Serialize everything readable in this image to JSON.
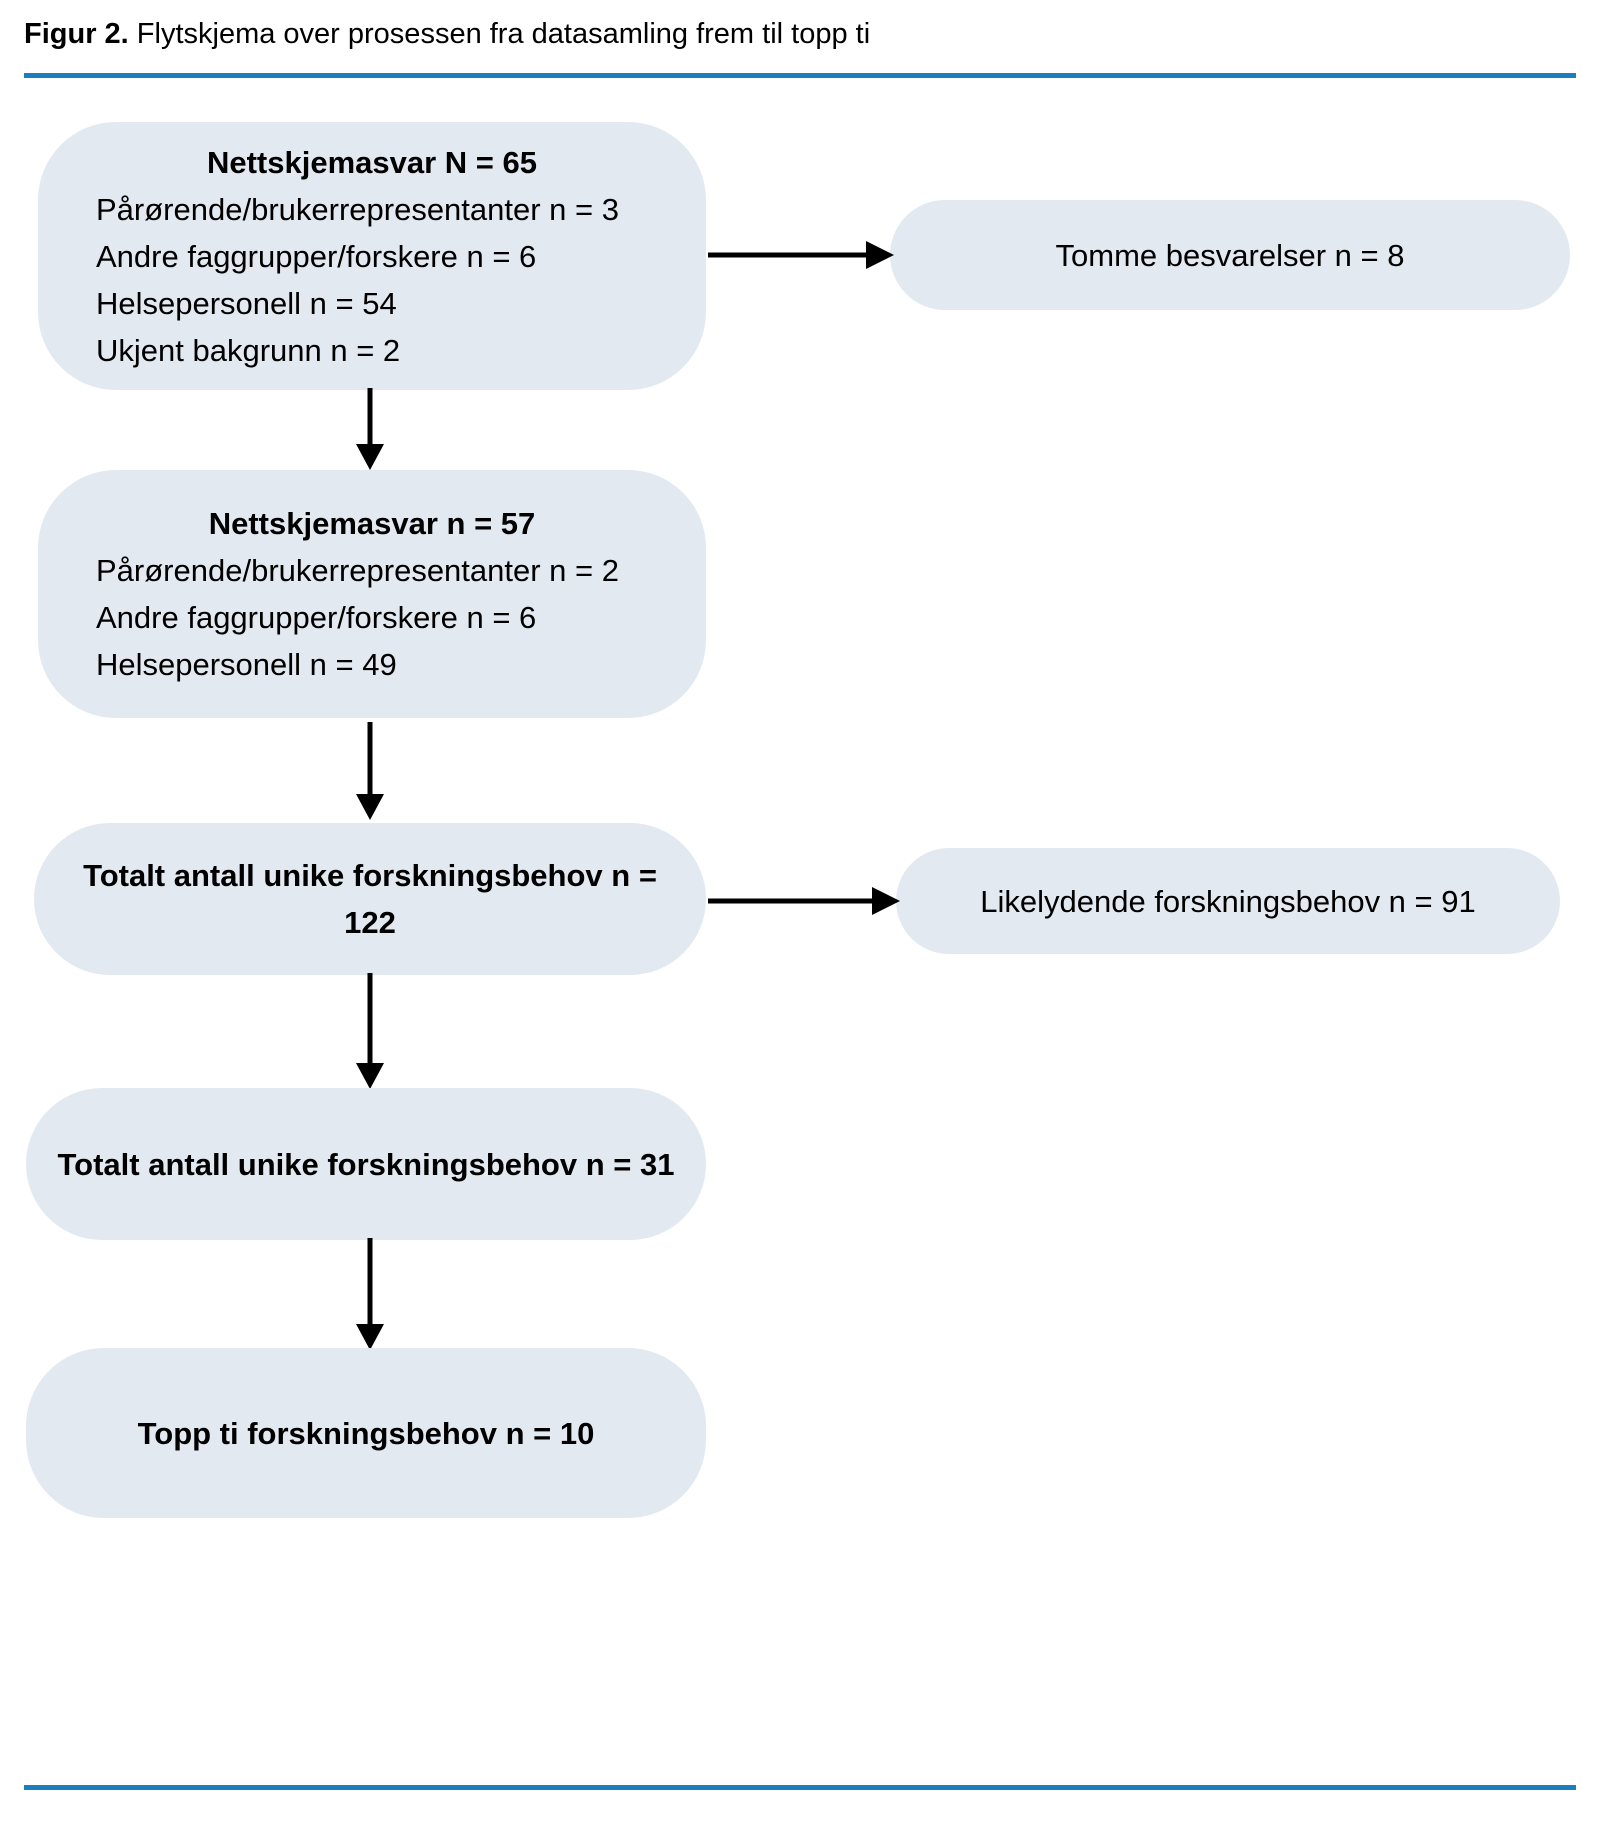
{
  "figure": {
    "label": "Figur 2.",
    "caption": "Flytskjema over prosessen fra datasamling frem til topp ti"
  },
  "colors": {
    "rule": "#1B7FBD",
    "node_fill": "#E3E9F1",
    "arrow": "#000000",
    "text": "#000000"
  },
  "flow": {
    "nodes": [
      {
        "id": "node-a",
        "title": "Nettskjemasvar N = 65",
        "lines": [
          "Pårørende/brukerrepresentanter n = 3",
          "Andre faggrupper/forskere n = 6",
          "Helsepersonell n = 54",
          "Ukjent bakgrunn n = 2"
        ]
      },
      {
        "id": "node-b",
        "title": "Nettskjemasvar n = 57",
        "lines": [
          "Pårørende/brukerrepresentanter n = 2",
          "Andre faggrupper/forskere n = 6",
          "Helsepersonell n = 49"
        ]
      },
      {
        "id": "node-c",
        "title": "Totalt antall unike forskningsbehov n = 122",
        "lines": []
      },
      {
        "id": "node-d",
        "title": "Totalt antall unike forskningsbehov n = 31",
        "lines": []
      },
      {
        "id": "node-e",
        "title": "Topp ti forskningsbehov n = 10",
        "lines": []
      }
    ],
    "side_nodes": [
      {
        "id": "node-empty",
        "title": "Tomme besvarelser n = 8"
      },
      {
        "id": "node-simil",
        "title": "Likelydende forskningsbehov n = 91"
      }
    ],
    "arrows": [
      {
        "name": "arrow-a-to-empty",
        "direction": "right"
      },
      {
        "name": "arrow-a-to-b",
        "direction": "down"
      },
      {
        "name": "arrow-b-to-c",
        "direction": "down"
      },
      {
        "name": "arrow-c-to-simil",
        "direction": "right"
      },
      {
        "name": "arrow-c-to-d",
        "direction": "down"
      },
      {
        "name": "arrow-d-to-e",
        "direction": "down"
      }
    ]
  },
  "chart_data": {
    "type": "diagram",
    "title": "Flytskjema over prosessen fra datasamling frem til topp ti",
    "steps": [
      {
        "label": "Nettskjemasvar",
        "symbol": "N",
        "value": 65,
        "breakdown": [
          {
            "label": "Pårørende/brukerrepresentanter",
            "value": 3
          },
          {
            "label": "Andre faggrupper/forskere",
            "value": 6
          },
          {
            "label": "Helsepersonell",
            "value": 54
          },
          {
            "label": "Ukjent bakgrunn",
            "value": 2
          }
        ]
      },
      {
        "label": "Nettskjemasvar",
        "symbol": "n",
        "value": 57,
        "breakdown": [
          {
            "label": "Pårørende/brukerrepresentanter",
            "value": 2
          },
          {
            "label": "Andre faggrupper/forskere",
            "value": 6
          },
          {
            "label": "Helsepersonell",
            "value": 49
          }
        ]
      },
      {
        "label": "Totalt antall unike forskningsbehov",
        "symbol": "n",
        "value": 122,
        "breakdown": []
      },
      {
        "label": "Totalt antall unike forskningsbehov",
        "symbol": "n",
        "value": 31,
        "breakdown": []
      },
      {
        "label": "Topp ti forskningsbehov",
        "symbol": "n",
        "value": 10,
        "breakdown": []
      }
    ],
    "exclusions": [
      {
        "from_step": 0,
        "label": "Tomme besvarelser",
        "symbol": "n",
        "value": 8
      },
      {
        "from_step": 2,
        "label": "Likelydende forskningsbehov",
        "symbol": "n",
        "value": 91
      }
    ]
  }
}
